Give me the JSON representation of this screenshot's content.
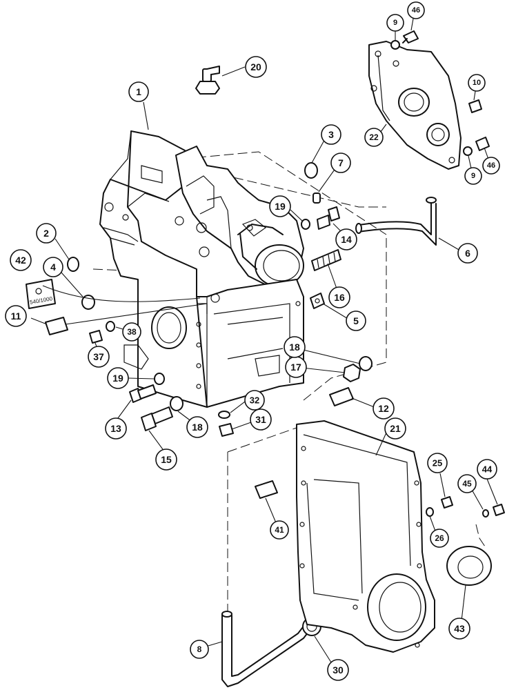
{
  "callouts": [
    {
      "id": "c1",
      "label": "1"
    },
    {
      "id": "c2",
      "label": "2"
    },
    {
      "id": "c3",
      "label": "3"
    },
    {
      "id": "c4",
      "label": "4"
    },
    {
      "id": "c5",
      "label": "5"
    },
    {
      "id": "c6",
      "label": "6"
    },
    {
      "id": "c7",
      "label": "7"
    },
    {
      "id": "c8",
      "label": "8"
    },
    {
      "id": "c9a",
      "label": "9"
    },
    {
      "id": "c9b",
      "label": "9"
    },
    {
      "id": "c10",
      "label": "10"
    },
    {
      "id": "c11",
      "label": "11"
    },
    {
      "id": "c12",
      "label": "12"
    },
    {
      "id": "c13",
      "label": "13"
    },
    {
      "id": "c14",
      "label": "14"
    },
    {
      "id": "c15",
      "label": "15"
    },
    {
      "id": "c16",
      "label": "16"
    },
    {
      "id": "c17",
      "label": "17"
    },
    {
      "id": "c18a",
      "label": "18"
    },
    {
      "id": "c18b",
      "label": "18"
    },
    {
      "id": "c19a",
      "label": "19"
    },
    {
      "id": "c19b",
      "label": "19"
    },
    {
      "id": "c20",
      "label": "20"
    },
    {
      "id": "c21",
      "label": "21"
    },
    {
      "id": "c22",
      "label": "22"
    },
    {
      "id": "c25",
      "label": "25"
    },
    {
      "id": "c26",
      "label": "26"
    },
    {
      "id": "c30",
      "label": "30"
    },
    {
      "id": "c31",
      "label": "31"
    },
    {
      "id": "c32",
      "label": "32"
    },
    {
      "id": "c37",
      "label": "37"
    },
    {
      "id": "c38",
      "label": "38"
    },
    {
      "id": "c41",
      "label": "41"
    },
    {
      "id": "c42",
      "label": "42"
    },
    {
      "id": "c43",
      "label": "43"
    },
    {
      "id": "c44",
      "label": "44"
    },
    {
      "id": "c45",
      "label": "45"
    },
    {
      "id": "c46a",
      "label": "46"
    },
    {
      "id": "c46b",
      "label": "46"
    }
  ],
  "decal_text": "540/1000"
}
